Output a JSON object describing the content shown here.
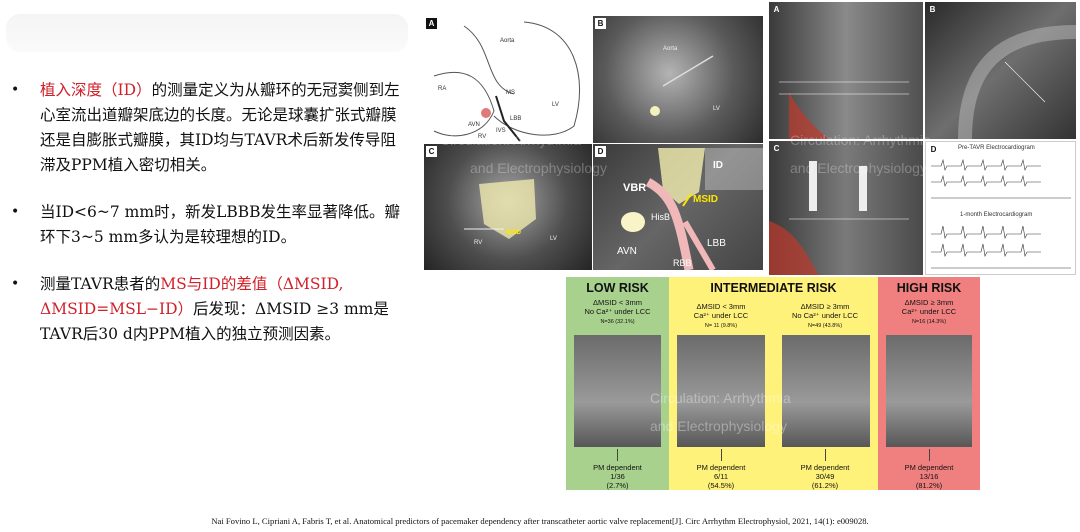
{
  "bullets": [
    {
      "t1": "植入深度（ID）",
      "t2": "的测量定义为从瓣环的无冠窦侧到左心室流出道瓣架底边的长度。无论是球囊扩张式瓣膜还是自膨胀式瓣膜，其ID均与TAVR术后新发传导阻滞及PPM植入密切相关。",
      "t3": ""
    },
    {
      "t1": "",
      "t2": "当ID<6~7 mm时，新发LBBB发生率显著降低。瓣环下3~5 mm多认为是较理想的ID。",
      "t3": ""
    },
    {
      "t1": "测量TAVR患者的",
      "t2": "MS与ID的差值（ΔMSID, ΔMSID=MSL−ID）",
      "t3": "后发现：ΔMSID ≥3 mm是TAVR后30 d内PPM植入的独立预测因素。"
    }
  ],
  "figure1": {
    "letters": [
      "A",
      "B",
      "C",
      "D"
    ],
    "a_labels": {
      "aorta": "Aorta",
      "ra": "RA",
      "lv": "LV",
      "ms": "MS",
      "avn": "AVN",
      "rv": "RV",
      "ivs": "IVS",
      "lbb": "LBB"
    },
    "b_labels": {
      "aorta": "Aorta",
      "lv": "LV"
    },
    "c_labels": {
      "msid": "MSID",
      "rv": "RV",
      "lv": "LV"
    },
    "d_labels": {
      "id": "ID",
      "vbr": "VBR",
      "msid": "MSID",
      "his": "HisB",
      "avn": "AVN",
      "lbb": "LBB",
      "rbb": "RBB"
    }
  },
  "figure2": {
    "letters": [
      "A",
      "B",
      "C",
      "D"
    ],
    "ecg_pre": "Pre-TAVR Electrocardiogram",
    "ecg_post": "1-month Electrocardiogram"
  },
  "watermark": {
    "l1": "Circulation: Arrhythmia",
    "l2": "and Electrophysiology"
  },
  "risk": [
    {
      "title": "LOW RISK",
      "c1": "ΔMSID < 3mm",
      "c2": "No Ca²⁺ under LCC",
      "n": "N=36 (32.1%)",
      "pm": "PM dependent",
      "frac": "1/36",
      "pct": "(2.7%)"
    },
    {
      "title": "INTERMEDIATE RISK",
      "c1": "ΔMSID < 3mm",
      "c2": "Ca²⁺ under LCC",
      "n": "N= 11 (9.8%)",
      "pm": "PM dependent",
      "frac": "6/11",
      "pct": "(54.5%)"
    },
    {
      "title": "",
      "c1": "ΔMSID ≥ 3mm",
      "c2": "No Ca²⁺ under LCC",
      "n": "N=49 (43.8%)",
      "pm": "PM dependent",
      "frac": "30/49",
      "pct": "(61.2%)"
    },
    {
      "title": "HIGH RISK",
      "c1": "ΔMSID ≥ 3mm",
      "c2": "Ca²⁺ under LCC",
      "n": "N=16 (14.3%)",
      "pm": "PM dependent",
      "frac": "13/16",
      "pct": "(81.2%)"
    }
  ],
  "colors": {
    "low": "#a9d18e",
    "intermediate": "#fff27a",
    "high": "#f08080",
    "accent_red": "#d0202a"
  },
  "citation": "Nai Fovino L, Cipriani A, Fabris T, et al. Anatomical predictors of pacemaker dependency after transcatheter aortic valve replacement[J]. Circ Arrhythm Electrophysiol, 2021, 14(1): e009028."
}
